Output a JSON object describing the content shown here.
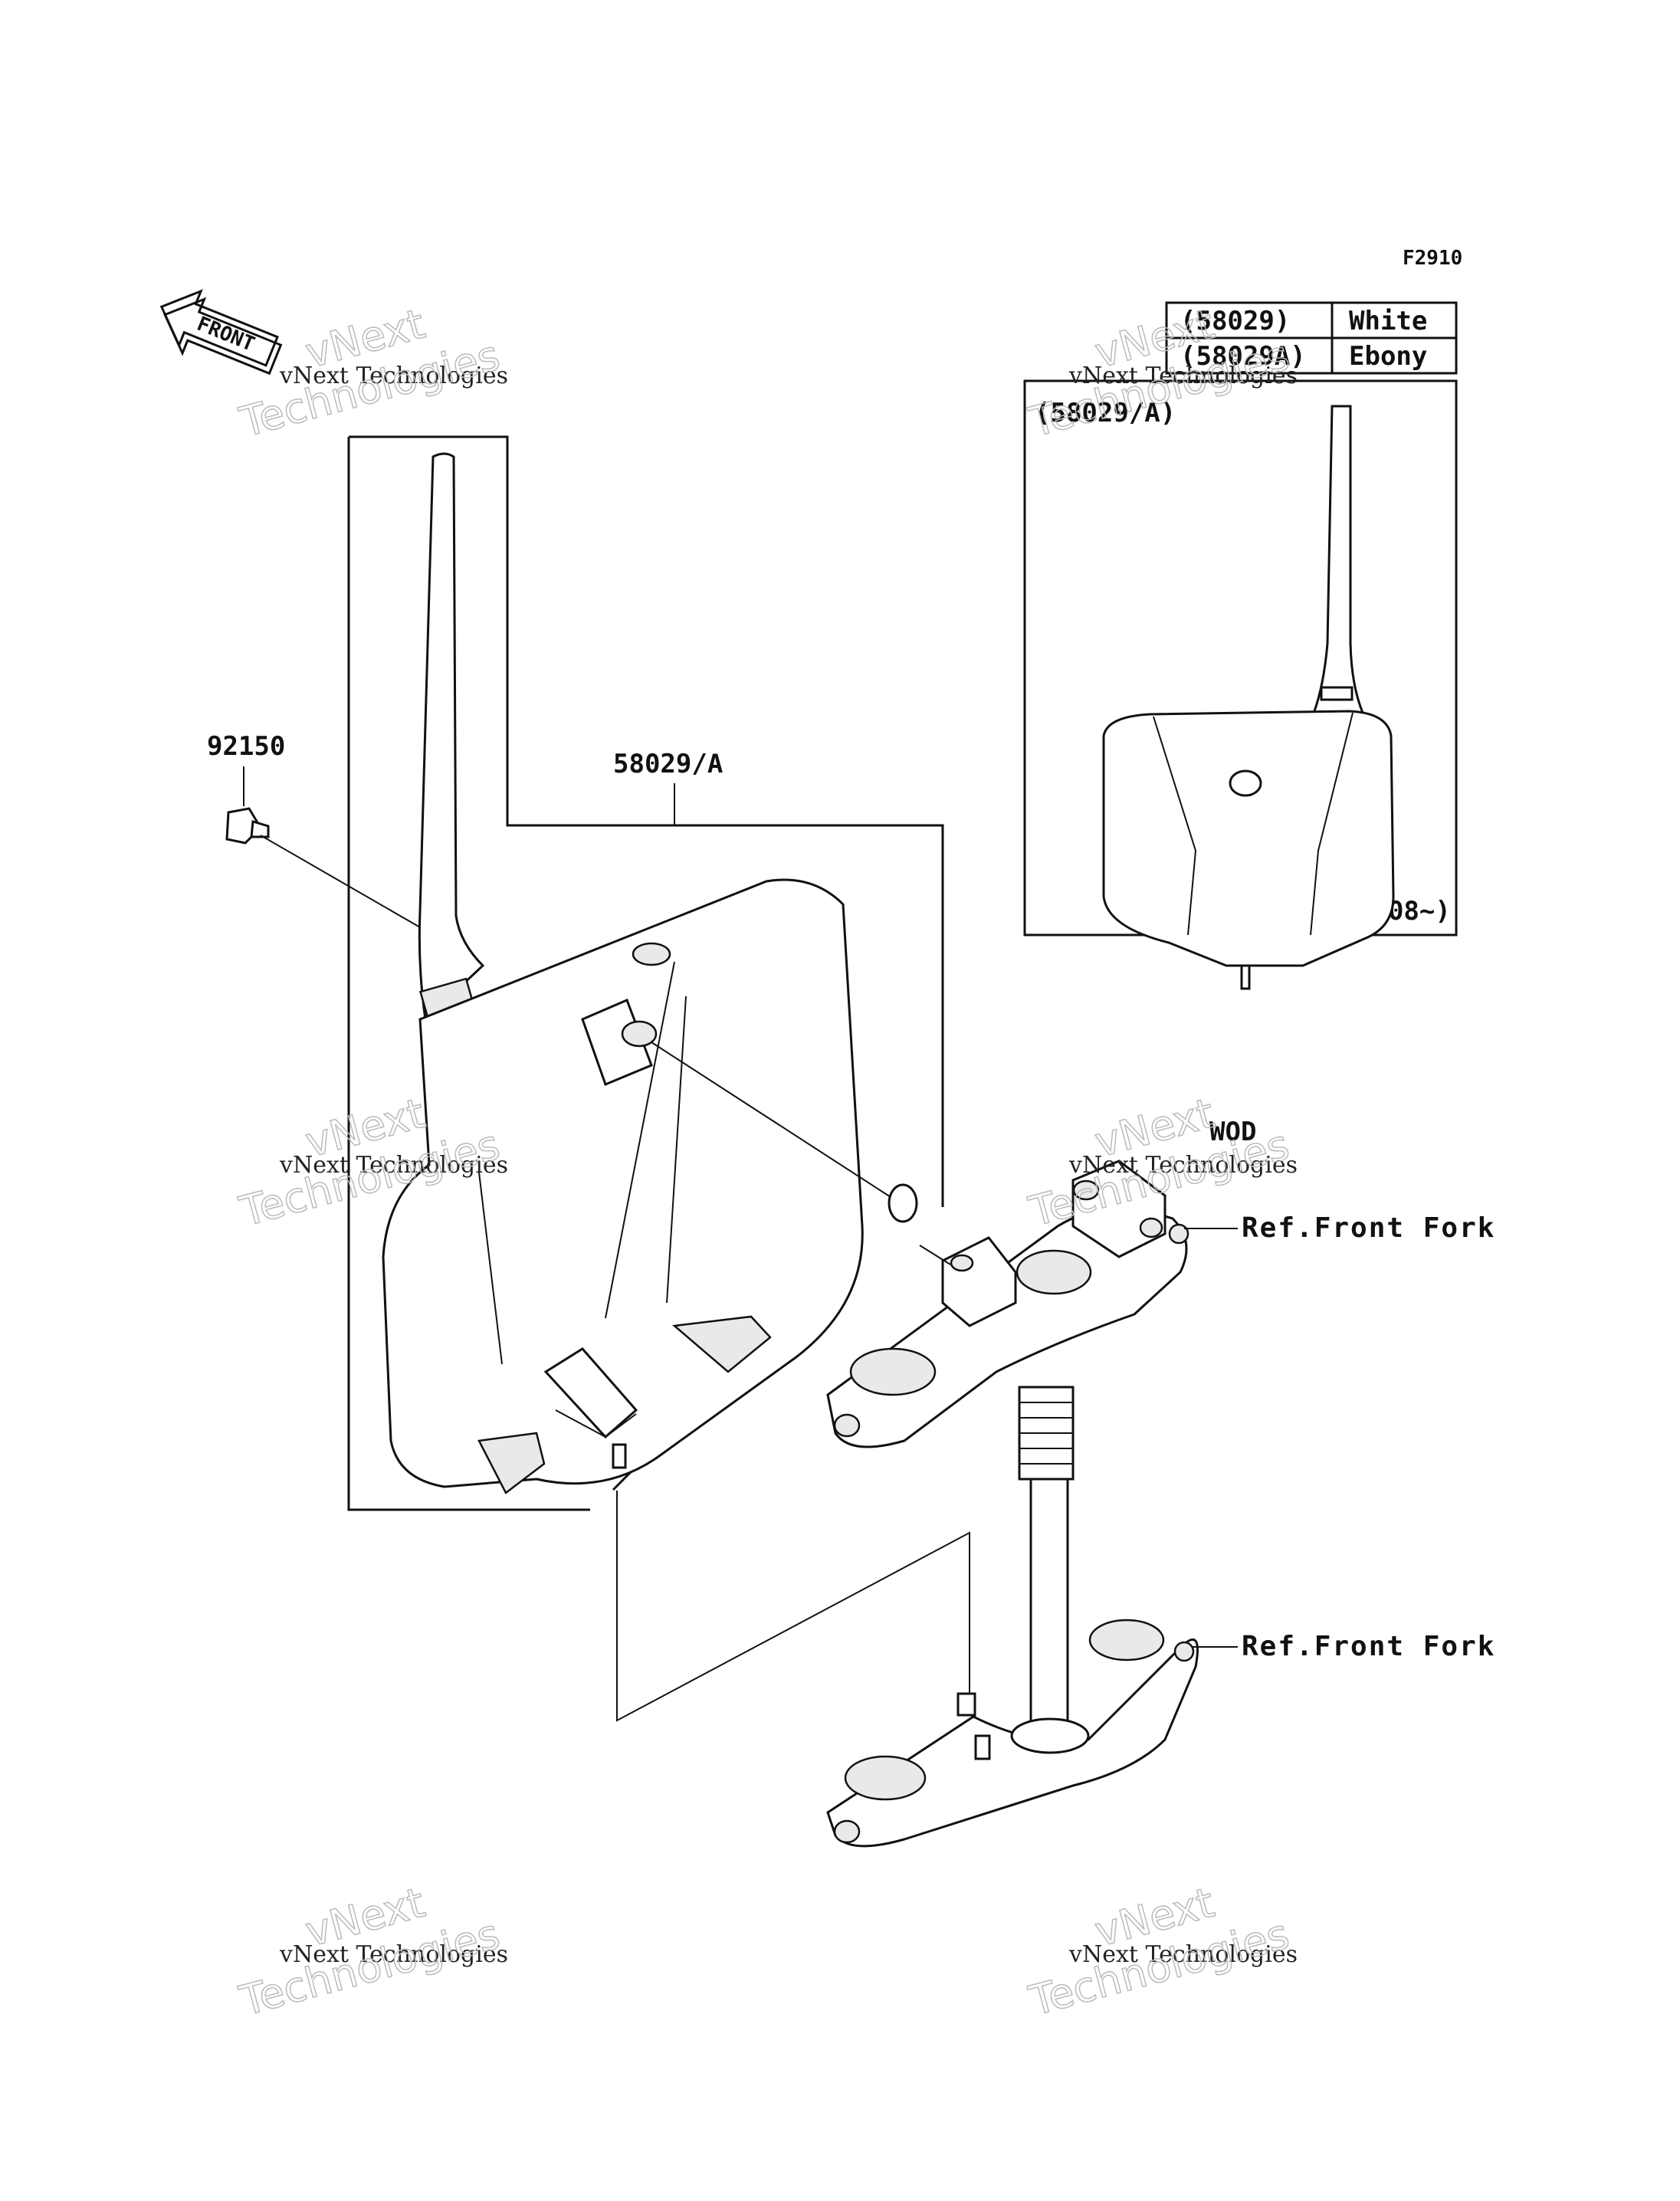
{
  "figure_code": "F2910",
  "front_label": "FRONT",
  "color_table": {
    "rows": [
      {
        "part": "(58029)",
        "color": "White"
      },
      {
        "part": "(58029A)",
        "color": "Ebony"
      }
    ]
  },
  "inset": {
    "label": "(58029/A)",
    "note": "('08~)"
  },
  "callouts": {
    "bolt": "92150",
    "plate": "58029/A",
    "marker": "WOD",
    "ref_upper": "Ref.Front Fork",
    "ref_lower": "Ref.Front Fork"
  },
  "watermark": {
    "line1": "vNext Technologies",
    "line2": "vNext",
    "line3": "Technologies"
  }
}
